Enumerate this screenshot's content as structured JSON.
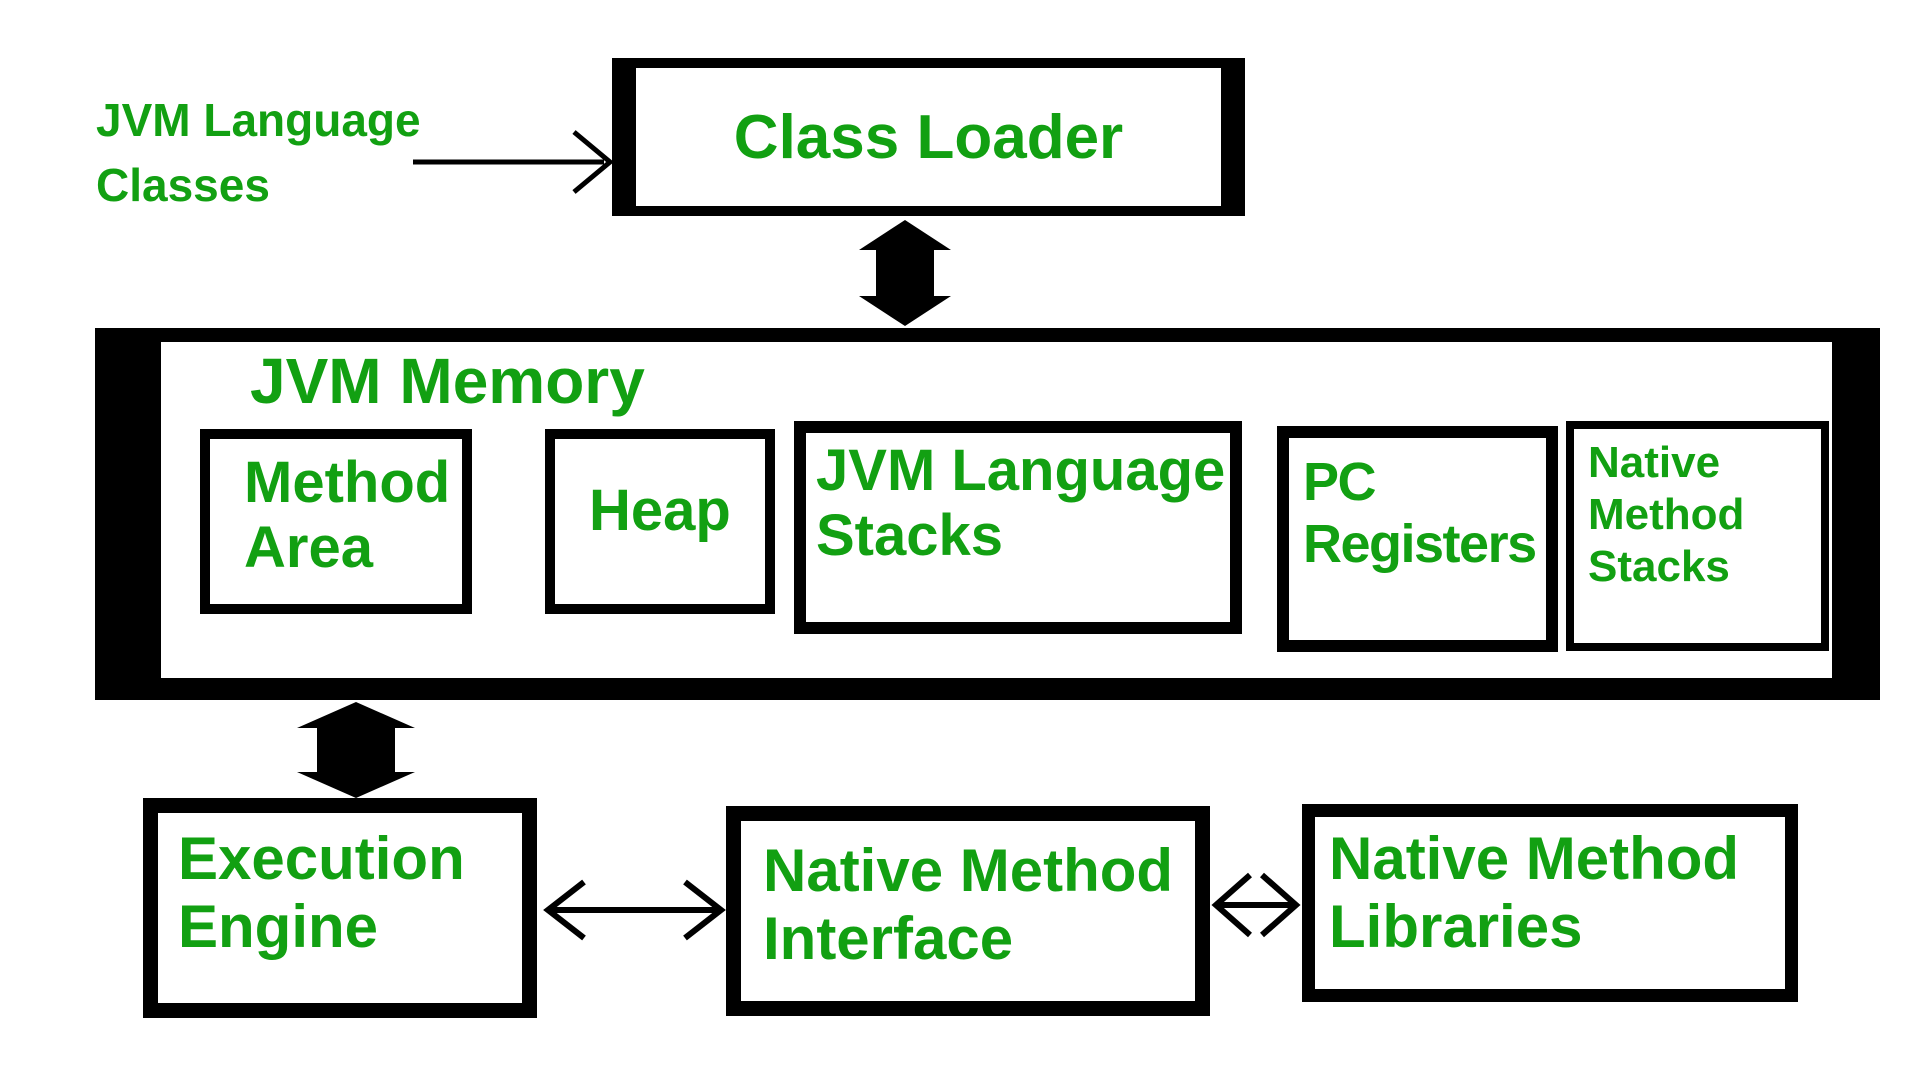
{
  "colors": {
    "accent_green": "#12A012",
    "line_black": "#000000",
    "background": "#FFFFFF"
  },
  "diagram": {
    "external_label": {
      "line1": "JVM Language",
      "line2": "Classes"
    },
    "nodes": {
      "class_loader": {
        "label": "Class Loader"
      },
      "jvm_memory": {
        "label": "JVM Memory"
      },
      "method_area": {
        "line1": "Method",
        "line2": "Area"
      },
      "heap": {
        "label": "Heap"
      },
      "jvm_language_stacks": {
        "line1": "JVM Language",
        "line2": "Stacks"
      },
      "pc_registers": {
        "line1": "PC",
        "line2": "Registers"
      },
      "native_method_stacks": {
        "line1": "Native",
        "line2": "Method",
        "line3": "Stacks"
      },
      "execution_engine": {
        "line1": "Execution",
        "line2": "Engine"
      },
      "native_method_interface": {
        "line1": "Native Method",
        "line2": "Interface"
      },
      "native_method_libraries": {
        "line1": "Native Method",
        "line2": "Libraries"
      }
    }
  }
}
